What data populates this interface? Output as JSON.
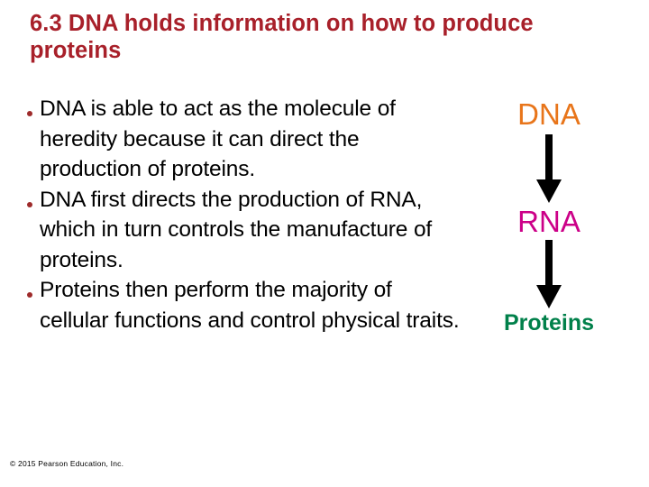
{
  "slide": {
    "background_color": "#ffffff",
    "title": "6.3 DNA holds information on how to produce proteins",
    "title_color": "#A8202A"
  },
  "content": {
    "bullet_marker_color": "#9E2B2B",
    "text_color": "#000000",
    "bullets": [
      "DNA is able to act as the molecule of heredity because it can direct the production of proteins.",
      "DNA first directs the production of RNA, which in turn controls the manufacture of proteins.",
      "Proteins then perform the majority of cellular functions and control physical traits."
    ]
  },
  "flow_diagram": {
    "arrow_color": "#000000",
    "steps": [
      {
        "label": "DNA",
        "color": "#E8751A"
      },
      {
        "label": "RNA",
        "color": "#CC0088"
      },
      {
        "label": "Proteins",
        "color": "#00804A"
      }
    ]
  },
  "footer": {
    "copyright": "© 2015 Pearson Education, Inc."
  }
}
